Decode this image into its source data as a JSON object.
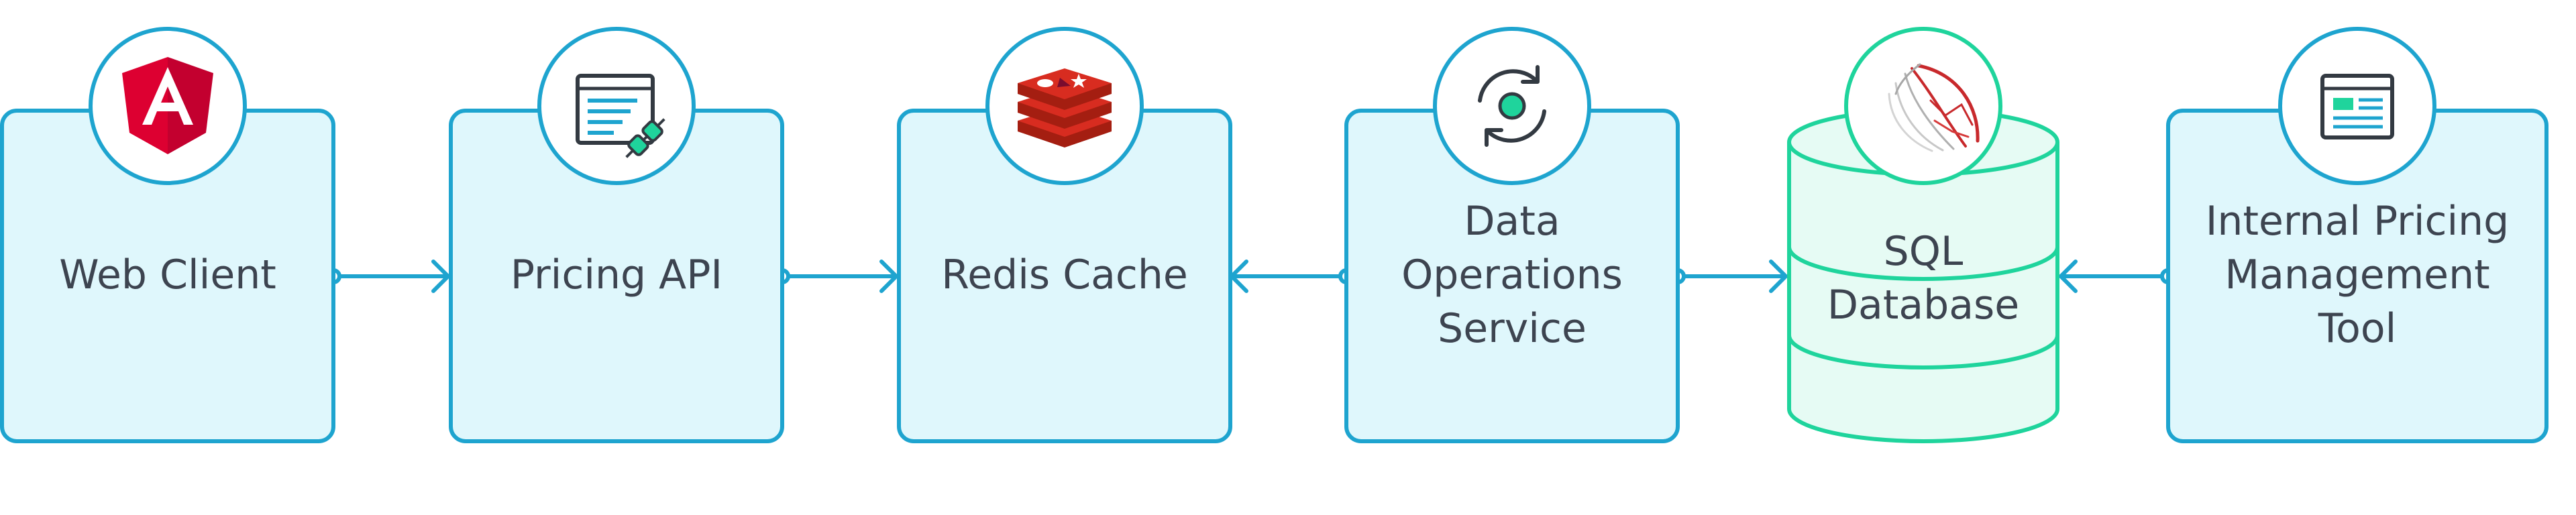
{
  "nodes": [
    {
      "id": "web-client",
      "label": "Web Client",
      "icon": "angular-logo-icon"
    },
    {
      "id": "pricing-api",
      "label": "Pricing API",
      "icon": "api-plug-window-icon"
    },
    {
      "id": "redis-cache",
      "label": "Redis Cache",
      "icon": "redis-logo-icon"
    },
    {
      "id": "data-operations-service",
      "label": "Data\nOperations\nService",
      "icon": "sync-cycle-icon"
    },
    {
      "id": "sql-database",
      "label": "SQL\nDatabase",
      "icon": "sql-server-logo-icon"
    },
    {
      "id": "internal-pricing-tool",
      "label": "Internal Pricing\nManagement\nTool",
      "icon": "browser-window-icon"
    }
  ],
  "edges": [
    {
      "from": "web-client",
      "to": "pricing-api"
    },
    {
      "from": "pricing-api",
      "to": "redis-cache"
    },
    {
      "from": "data-operations-service",
      "to": "redis-cache"
    },
    {
      "from": "data-operations-service",
      "to": "sql-database"
    },
    {
      "from": "internal-pricing-tool",
      "to": "sql-database"
    }
  ],
  "colors": {
    "box_fill": "#dff7fc",
    "box_stroke": "#1ea4cf",
    "db_fill": "#e6fbf4",
    "db_stroke": "#1fd49c",
    "connector": "#1ea4cf",
    "text": "#3d4450"
  }
}
